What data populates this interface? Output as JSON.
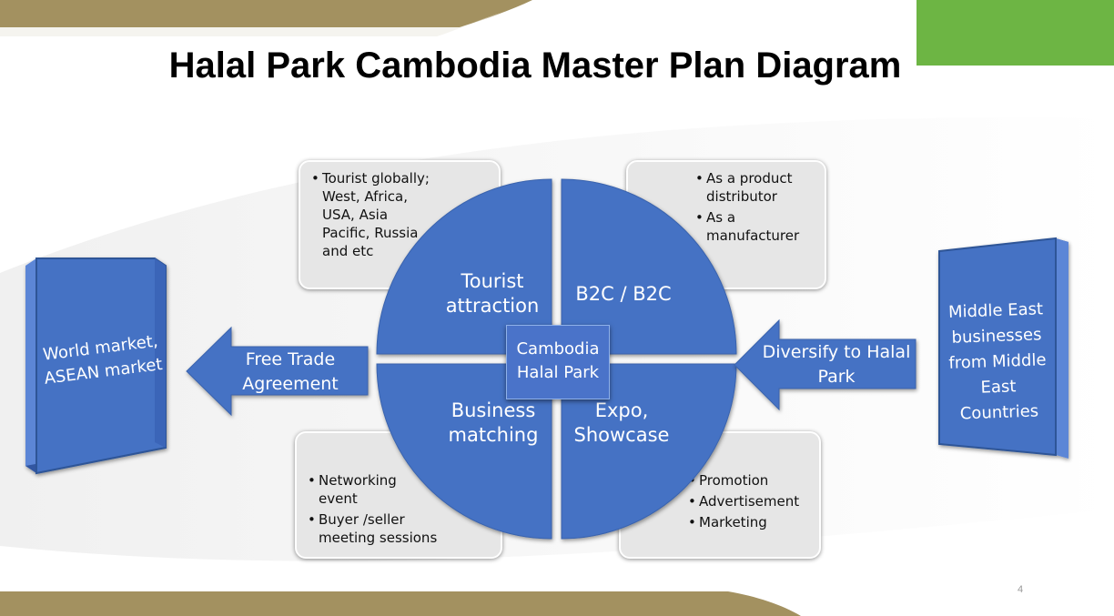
{
  "title": "Halal Park Cambodia Master Plan Diagram",
  "colors": {
    "hub_blue": "#4472c4",
    "accent_green": "#6db544",
    "band_tan": "#a39160",
    "note_gray": "#e6e6e6"
  },
  "quadrants": {
    "top_left": "Tourist attraction",
    "top_right": "B2C / B2C",
    "bottom_left": "Business matching",
    "bottom_right": "Expo, Showcase"
  },
  "center": "Cambodia Halal Park",
  "notes": {
    "top_left": [
      "Tourist globally; West, Africa, USA, Asia Pacific, Russia and etc"
    ],
    "top_right": [
      "As a product distributor",
      "As a manufacturer"
    ],
    "bottom_left": [
      "Networking event",
      "Buyer /seller meeting sessions"
    ],
    "bottom_right": [
      "Promotion",
      "Advertisement",
      "Marketing"
    ]
  },
  "arrows": {
    "left": "Free Trade Agreement",
    "right": "Diversify to Halal Park"
  },
  "sides": {
    "left": "World market, ASEAN market",
    "right": "Middle East businesses from Middle East Countries"
  },
  "page_number": "4"
}
